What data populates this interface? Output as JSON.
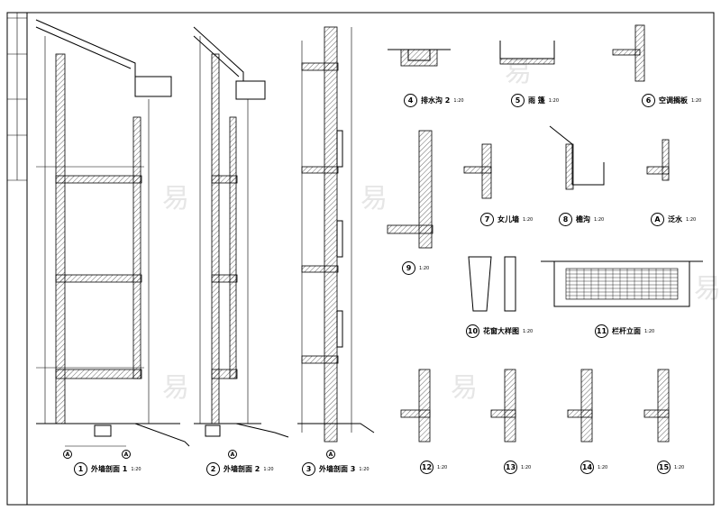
{
  "sheet": {
    "details": [
      {
        "num": "1",
        "title": "外墙剖面 1",
        "scale": "1:20"
      },
      {
        "num": "2",
        "title": "外墙剖面 2",
        "scale": "1:20"
      },
      {
        "num": "3",
        "title": "外墙剖面 3",
        "scale": "1:20"
      },
      {
        "num": "4",
        "title": "排水沟 2",
        "scale": "1:20"
      },
      {
        "num": "5",
        "title": "雨 篷",
        "scale": "1:20"
      },
      {
        "num": "6",
        "title": "空调搁板",
        "scale": "1:20"
      },
      {
        "num": "7",
        "title": "女儿墙",
        "scale": "1:20"
      },
      {
        "num": "8",
        "title": "檐沟",
        "scale": "1:20"
      },
      {
        "num": "A",
        "title": "泛水",
        "scale": "1:20"
      },
      {
        "num": "9",
        "title": "",
        "scale": "1:20"
      },
      {
        "num": "10",
        "title": "花窗大样图",
        "scale": "1:20"
      },
      {
        "num": "11",
        "title": "栏杆立面",
        "scale": "1:20"
      },
      {
        "num": "12",
        "title": "",
        "scale": "1:20"
      },
      {
        "num": "13",
        "title": "",
        "scale": "1:20"
      },
      {
        "num": "14",
        "title": "",
        "scale": "1:20"
      },
      {
        "num": "15",
        "title": "",
        "scale": "1:20"
      }
    ],
    "axis_label": "A",
    "watermark": "易"
  }
}
